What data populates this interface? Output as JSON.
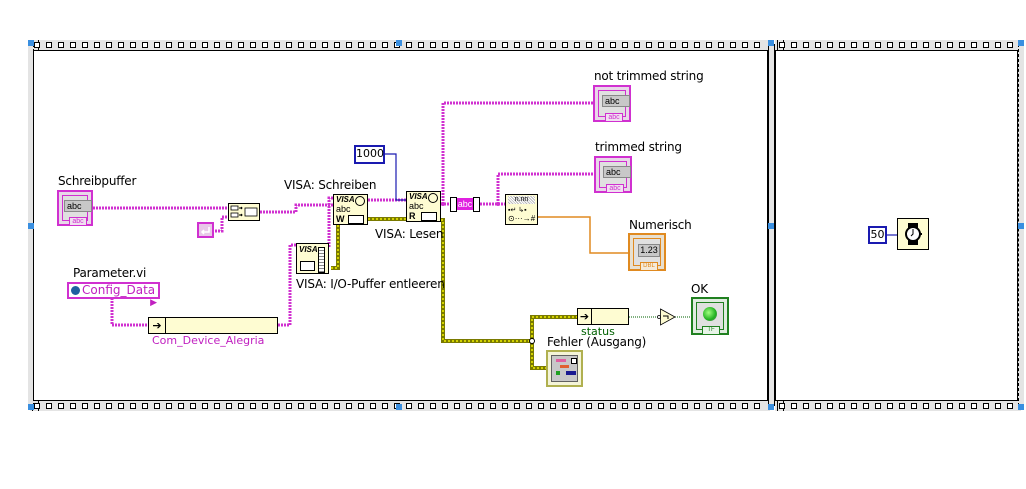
{
  "diagram": {
    "type": "LabVIEW block diagram",
    "structure": "flat sequence structure",
    "frames": [
      {
        "id": "frame-1",
        "nodes": {
          "schreibpuffer": {
            "label": "Schreibpuffer",
            "field": "abc",
            "tag": "abc",
            "kind": "string control"
          },
          "concat": {
            "kind": "Concatenate Strings",
            "icon": "concat-strings-icon"
          },
          "cr_constant": {
            "kind": "carriage return constant",
            "icon": "carriage-return-icon"
          },
          "parameter_vi": {
            "label": "Parameter.vi",
            "value": "Config_Data",
            "kind": "global variable"
          },
          "unbundle": {
            "value": "Com_Device_Alegria",
            "kind": "unbundle by name"
          },
          "visa_flush": {
            "label": "VISA: I/O-Puffer entleeren",
            "icon_text": "VISA"
          },
          "visa_write": {
            "label": "VISA: Schreiben",
            "icon_text": "VISA",
            "sub": "abc",
            "mode": "W"
          },
          "timeout_const": {
            "value": "1000"
          },
          "visa_read": {
            "label": "VISA: Lesen",
            "icon_text": "VISA",
            "sub": "abc",
            "mode": "R"
          },
          "trim": {
            "kind": "Trim Whitespace",
            "value": "abc"
          },
          "not_trimmed": {
            "label": "not trimmed string",
            "field": "abc",
            "tag": "abc"
          },
          "trimmed": {
            "label": "trimmed string",
            "field": "abc",
            "tag": "abc"
          },
          "scan_number": {
            "kind": "Fract/Exp String To Number",
            "icon_text": "n.nn",
            "icon_sub": "#"
          },
          "numerisch": {
            "label": "Numerisch",
            "field": "1.23",
            "tag": "DBL"
          },
          "unbundle_status": {
            "value": "status"
          },
          "not_gate": {
            "kind": "Not",
            "symbol": "¬"
          },
          "ok": {
            "label": "OK",
            "tag": "TF",
            "color": "#30c030"
          },
          "error_out": {
            "label": "Fehler (Ausgang)"
          }
        }
      },
      {
        "id": "frame-2",
        "nodes": {
          "wait_const": {
            "value": "50"
          },
          "wait_ms": {
            "kind": "Wait (ms)",
            "icon": "wristwatch-icon"
          }
        }
      }
    ],
    "colors": {
      "string_wire": "#d030d0",
      "numeric_int_wire": "#1a1ab0",
      "numeric_dbl_wire": "#e08a20",
      "error_wire": "#8a8a00",
      "bool_wire": "#006000",
      "node_bg": "#fefcd2"
    }
  }
}
